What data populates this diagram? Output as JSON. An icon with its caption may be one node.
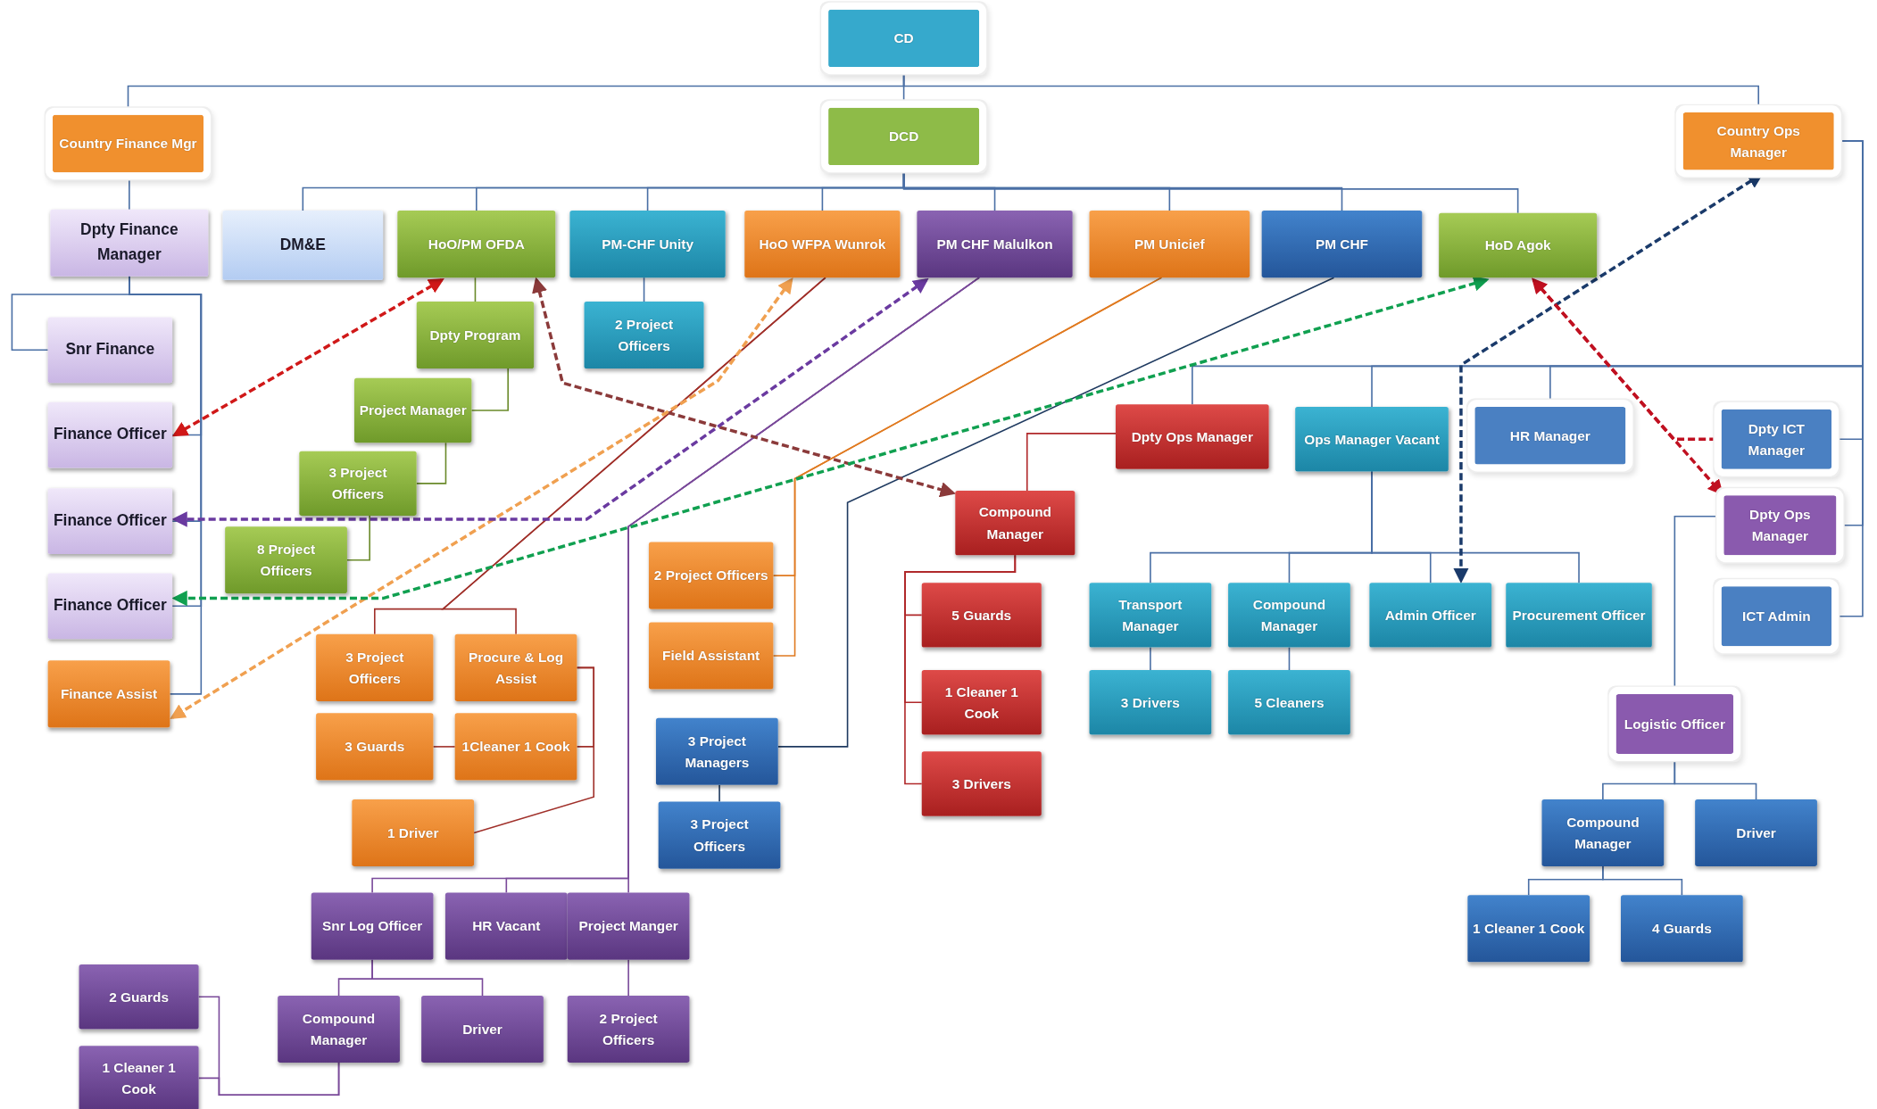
{
  "diagram": {
    "nodes": [
      {
        "text": [
          "CD"
        ]
      },
      {
        "text": [
          "Country Finance Mgr"
        ]
      },
      {
        "text": [
          "DCD"
        ]
      },
      {
        "text": [
          "Country Ops Manager"
        ]
      },
      {
        "text": [
          "Dpty Finance Manager"
        ]
      },
      {
        "text": [
          "DM&E"
        ]
      },
      {
        "text": [
          "HoO/PM OFDA"
        ]
      },
      {
        "text": [
          "PM-CHF Unity"
        ]
      },
      {
        "text": [
          "HoO WFPA Wunrok"
        ]
      },
      {
        "text": [
          "PM CHF Malulkon"
        ]
      },
      {
        "text": [
          "PM Unicief"
        ]
      },
      {
        "text": [
          "PM CHF"
        ]
      },
      {
        "text": [
          "HoD Agok"
        ]
      },
      {
        "text": [
          "Snr Finance"
        ]
      },
      {
        "text": [
          "Dpty Program"
        ]
      },
      {
        "text": [
          "2 Project Officers"
        ]
      },
      {
        "text": [
          "Project Manager"
        ]
      },
      {
        "text": [
          "Finance Officer"
        ]
      },
      {
        "text": [
          "3 Project Officers"
        ]
      },
      {
        "text": [
          "Dpty Ops Manager"
        ]
      },
      {
        "text": [
          "Ops Manager Vacant"
        ]
      },
      {
        "text": [
          "HR Manager"
        ]
      },
      {
        "text": [
          "Dpty ICT Manager"
        ]
      },
      {
        "text": [
          "Finance Officer"
        ]
      },
      {
        "text": [
          "Compound Manager"
        ]
      },
      {
        "text": [
          "Dpty Ops Manager"
        ]
      },
      {
        "text": [
          "8 Project Officers"
        ]
      },
      {
        "text": [
          "2 Project Officers"
        ]
      },
      {
        "text": [
          "Finance Officer"
        ]
      },
      {
        "text": [
          "5 Guards"
        ]
      },
      {
        "text": [
          "Transport Manager"
        ]
      },
      {
        "text": [
          "Compound Manager"
        ]
      },
      {
        "text": [
          "Admin Officer"
        ]
      },
      {
        "text": [
          "Procurement Officer"
        ]
      },
      {
        "text": [
          "ICT Admin"
        ]
      },
      {
        "text": [
          "3 Project Officers"
        ]
      },
      {
        "text": [
          "Procure & Log Assist"
        ]
      },
      {
        "text": [
          "Field Assistant"
        ]
      },
      {
        "text": [
          "Finance Assist"
        ]
      },
      {
        "text": [
          "1 Cleaner 1 Cook"
        ]
      },
      {
        "text": [
          "3 Drivers"
        ]
      },
      {
        "text": [
          "5 Cleaners"
        ]
      },
      {
        "text": [
          "Logistic Officer"
        ]
      },
      {
        "text": [
          "3 Guards"
        ]
      },
      {
        "text": [
          "1Cleaner 1 Cook"
        ]
      },
      {
        "text": [
          "3 Project Managers"
        ]
      },
      {
        "text": [
          "3 Drivers"
        ]
      },
      {
        "text": [
          "1 Driver"
        ]
      },
      {
        "text": [
          "Compound Manager"
        ]
      },
      {
        "text": [
          "Driver"
        ]
      },
      {
        "text": [
          "3 Project Officers"
        ]
      },
      {
        "text": [
          "Snr Log Officer"
        ]
      },
      {
        "text": [
          "HR Vacant"
        ]
      },
      {
        "text": [
          "Project Manger"
        ]
      },
      {
        "text": [
          "1 Cleaner 1 Cook"
        ]
      },
      {
        "text": [
          "4 Guards"
        ]
      },
      {
        "text": [
          "2 Guards"
        ]
      },
      {
        "text": [
          "Compound Manager"
        ]
      },
      {
        "text": [
          "Driver"
        ]
      },
      {
        "text": [
          "2 Project Officers"
        ]
      },
      {
        "text": [
          "1 Cleaner 1 Cook"
        ]
      }
    ],
    "edges": [
      {
        "from": 0,
        "to": 2,
        "arrow": "none"
      },
      {
        "from": 0,
        "to": 1,
        "arrow": "none"
      },
      {
        "from": 0,
        "to": 3,
        "arrow": "none"
      },
      {
        "from": 2,
        "to": 5,
        "arrow": "none"
      },
      {
        "from": 2,
        "to": 6,
        "arrow": "none"
      },
      {
        "from": 2,
        "to": 7,
        "arrow": "none"
      },
      {
        "from": 2,
        "to": 8,
        "arrow": "none"
      },
      {
        "from": 2,
        "to": 9,
        "arrow": "none"
      },
      {
        "from": 2,
        "to": 10,
        "arrow": "none"
      },
      {
        "from": 2,
        "to": 11,
        "arrow": "none"
      },
      {
        "from": 2,
        "to": 12,
        "arrow": "none"
      },
      {
        "from": 1,
        "to": 4,
        "arrow": "none"
      },
      {
        "from": 4,
        "to": 13,
        "arrow": "none"
      },
      {
        "from": 4,
        "to": 17,
        "arrow": "none"
      },
      {
        "from": 4,
        "to": 23,
        "arrow": "none"
      },
      {
        "from": 4,
        "to": 28,
        "arrow": "none"
      },
      {
        "from": 4,
        "to": 38,
        "arrow": "none"
      },
      {
        "from": 6,
        "to": 14,
        "arrow": "none",
        "color": "#6a8a2a"
      },
      {
        "from": 14,
        "to": 16,
        "arrow": "none",
        "color": "#6a8a2a"
      },
      {
        "from": 16,
        "to": 18,
        "arrow": "none",
        "color": "#6a8a2a"
      },
      {
        "from": 18,
        "to": 26,
        "arrow": "none",
        "color": "#6a8a2a"
      },
      {
        "from": 7,
        "to": 15,
        "arrow": "none"
      },
      {
        "from": 8,
        "to": 35,
        "arrow": "none",
        "color": "#a0302a"
      },
      {
        "from": 8,
        "to": 36,
        "arrow": "none",
        "color": "#a0302a"
      },
      {
        "from": 36,
        "to": 44,
        "arrow": "none",
        "color": "#a0302a"
      },
      {
        "from": 36,
        "to": 47,
        "arrow": "none",
        "color": "#a0302a"
      },
      {
        "from": 44,
        "to": 43,
        "arrow": "none",
        "color": "#a0302a"
      },
      {
        "from": 9,
        "to": 51,
        "arrow": "none",
        "color": "#7a4a9a"
      },
      {
        "from": 9,
        "to": 52,
        "arrow": "none",
        "color": "#7a4a9a"
      },
      {
        "from": 9,
        "to": 53,
        "arrow": "none",
        "color": "#7a4a9a"
      },
      {
        "from": 51,
        "to": 57,
        "arrow": "none",
        "color": "#7a4a9a"
      },
      {
        "from": 51,
        "to": 58,
        "arrow": "none",
        "color": "#7a4a9a"
      },
      {
        "from": 57,
        "to": 56,
        "arrow": "none",
        "color": "#7a4a9a"
      },
      {
        "from": 57,
        "to": 60,
        "arrow": "none",
        "color": "#7a4a9a"
      },
      {
        "from": 53,
        "to": 59,
        "arrow": "none",
        "color": "#7a4a9a"
      },
      {
        "from": 10,
        "to": 27,
        "arrow": "none",
        "color": "#e07a20"
      },
      {
        "from": 10,
        "to": 37,
        "arrow": "none",
        "color": "#e07a20"
      },
      {
        "from": 11,
        "to": 45,
        "arrow": "none",
        "color": "#1f3a60"
      },
      {
        "from": 45,
        "to": 50,
        "arrow": "none",
        "color": "#1f3a60"
      },
      {
        "from": 3,
        "to": 19,
        "arrow": "none"
      },
      {
        "from": 3,
        "to": 20,
        "arrow": "none"
      },
      {
        "from": 3,
        "to": 21,
        "arrow": "none"
      },
      {
        "from": 3,
        "to": 22,
        "arrow": "none"
      },
      {
        "from": 3,
        "to": 25,
        "arrow": "none"
      },
      {
        "from": 3,
        "to": 34,
        "arrow": "none"
      },
      {
        "from": 19,
        "to": 24,
        "arrow": "none",
        "color": "#b0282a"
      },
      {
        "from": 24,
        "to": 29,
        "arrow": "none",
        "color": "#b0282a"
      },
      {
        "from": 24,
        "to": 39,
        "arrow": "none",
        "color": "#b0282a"
      },
      {
        "from": 24,
        "to": 46,
        "arrow": "none",
        "color": "#b0282a"
      },
      {
        "from": 20,
        "to": 30,
        "arrow": "none"
      },
      {
        "from": 20,
        "to": 31,
        "arrow": "none"
      },
      {
        "from": 20,
        "to": 32,
        "arrow": "none"
      },
      {
        "from": 20,
        "to": 33,
        "arrow": "none"
      },
      {
        "from": 30,
        "to": 40,
        "arrow": "none"
      },
      {
        "from": 31,
        "to": 41,
        "arrow": "none"
      },
      {
        "from": 25,
        "to": 42,
        "arrow": "none"
      },
      {
        "from": 42,
        "to": 48,
        "arrow": "none"
      },
      {
        "from": 42,
        "to": 49,
        "arrow": "none"
      },
      {
        "from": 48,
        "to": 54,
        "arrow": "none"
      },
      {
        "from": 48,
        "to": 55,
        "arrow": "none"
      },
      {
        "from": 6,
        "to": 17,
        "arrow": "both",
        "style": "dashed",
        "color": "#d01818"
      },
      {
        "from": 6,
        "to": 24,
        "arrow": "both",
        "style": "dashed",
        "color": "#8b3a3a"
      },
      {
        "from": 8,
        "to": 38,
        "arrow": "both",
        "style": "dashed",
        "color": "#f0a050"
      },
      {
        "from": 9,
        "to": 23,
        "arrow": "both",
        "style": "dashed",
        "color": "#6a3aa0"
      },
      {
        "from": 12,
        "to": 28,
        "arrow": "both",
        "style": "dashed",
        "color": "#10a050"
      },
      {
        "from": 3,
        "to": 32,
        "arrow": "both",
        "style": "dashed",
        "color": "#1a3a6a"
      },
      {
        "from": 12,
        "to": 25,
        "arrow": "both",
        "style": "dashed",
        "color": "#c01020"
      },
      {
        "from": 12,
        "to": 22,
        "arrow": "none",
        "style": "dashed",
        "color": "#c01020"
      }
    ]
  }
}
